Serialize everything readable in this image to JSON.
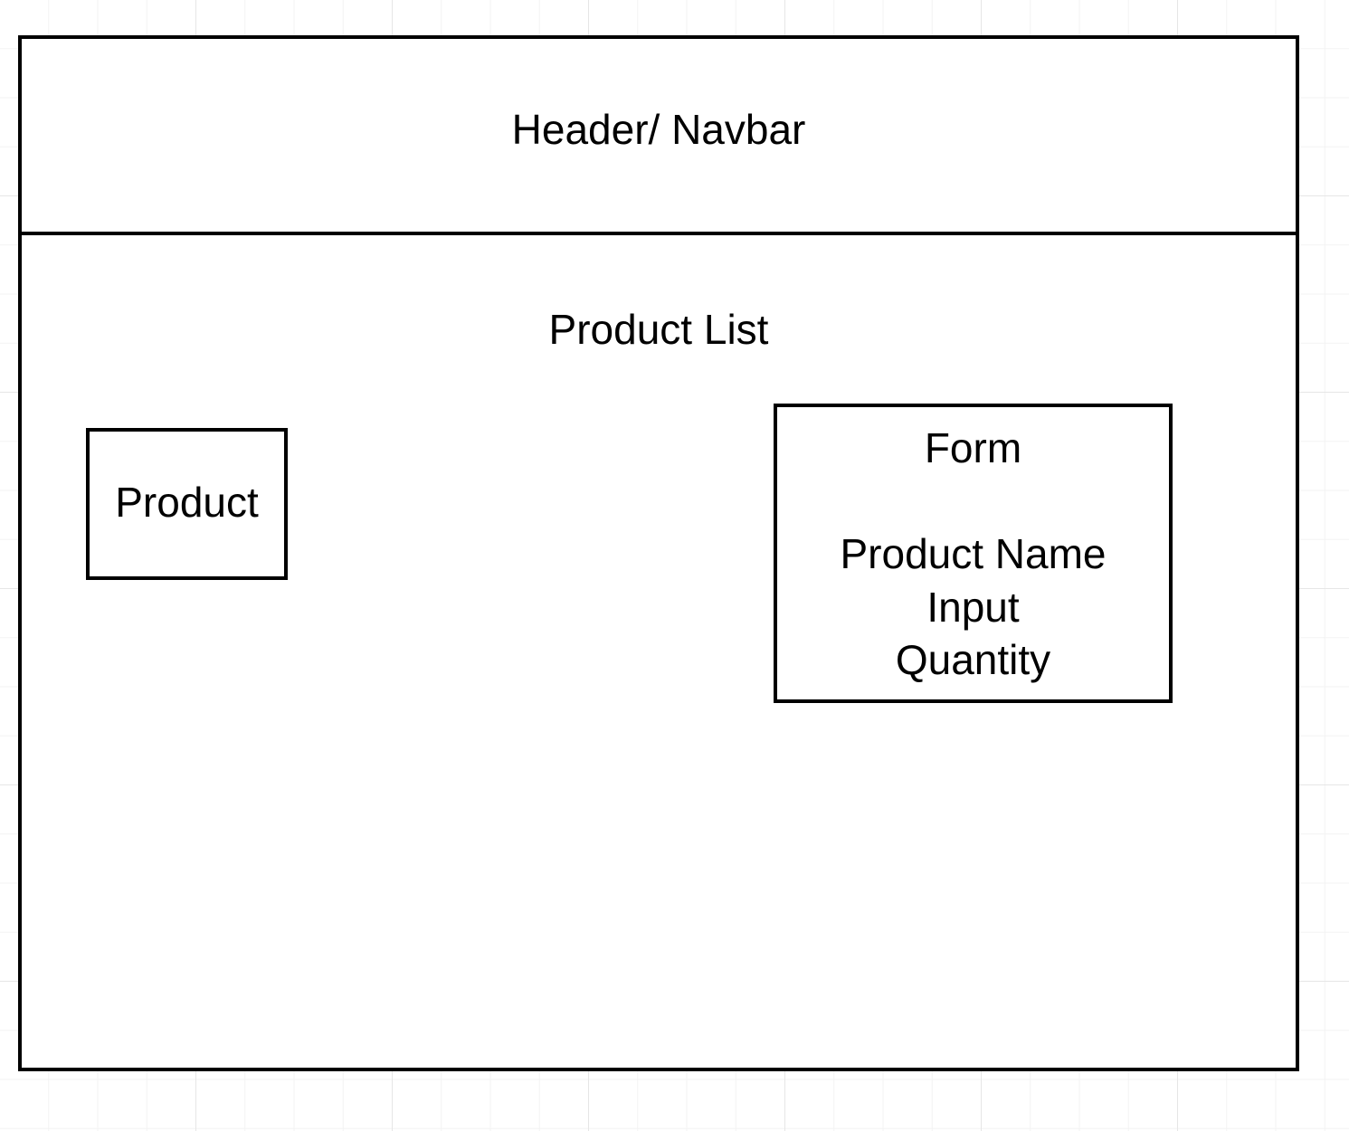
{
  "header": {
    "label": "Header/ Navbar"
  },
  "product_list": {
    "label": "Product List"
  },
  "product": {
    "label": "Product"
  },
  "form": {
    "title": "Form",
    "fields": [
      "Product Name",
      "Input",
      "Quantity"
    ]
  },
  "colors": {
    "stroke": "#000000",
    "fill": "#ffffff",
    "grid": "#e6e6e6"
  }
}
